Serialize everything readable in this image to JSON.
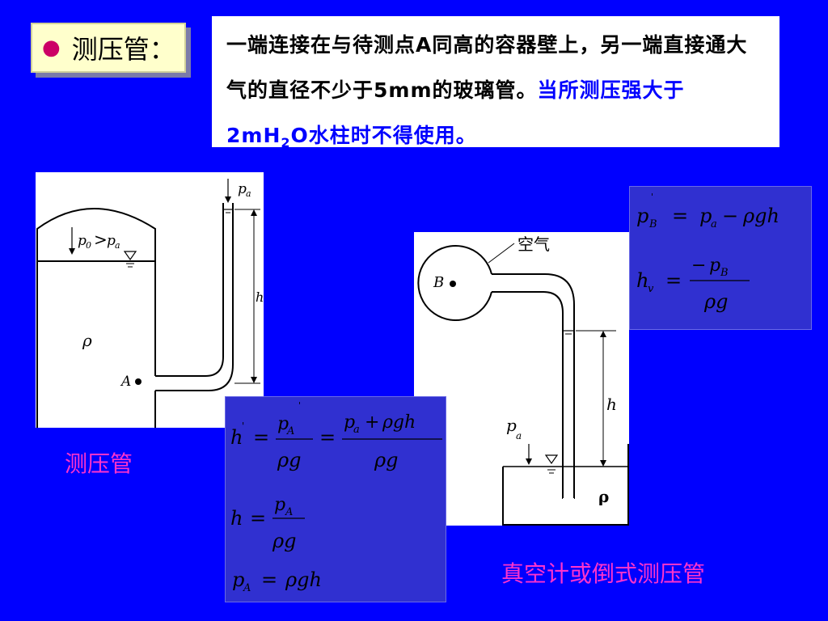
{
  "tag": {
    "label": "测压管："
  },
  "description": {
    "part1": "一端连接在与待测点A同高的容器壁上，另一端直接通大气的直径不少于5mm的玻璃管。",
    "part2_a": "当所测压强大于2mH",
    "part2_sub": "2",
    "part2_b": "O水柱时不得使用。"
  },
  "left_diagram": {
    "label_pa": "p",
    "label_pa_sub": "a",
    "label_p0_p": "p",
    "label_p0_sub": "0",
    "label_gt": ">",
    "label_h": "h",
    "label_rho": "ρ",
    "label_A": "A"
  },
  "right_diagram": {
    "label_air": "空气",
    "label_B": "B",
    "label_h": "h",
    "label_pa": "p",
    "label_pa_sub": "a",
    "label_rho": "ρ"
  },
  "equations_center": {
    "eq1": "h' = p'A/ρg = (pa + ρgh)/ρg",
    "eq2": "h = pA/ρg",
    "eq3": "pA = ρgh"
  },
  "equations_right": {
    "eq1": "p'B = pa − ρgh",
    "eq2": "hv = −p'B/ρg"
  },
  "captions": {
    "left": "测压管",
    "right": "真空计或倒式测压管"
  },
  "colors": {
    "background": "#0000ff",
    "highlight": "#0000ff",
    "caption": "#ff33cc",
    "equation_box": "#3030d0"
  }
}
